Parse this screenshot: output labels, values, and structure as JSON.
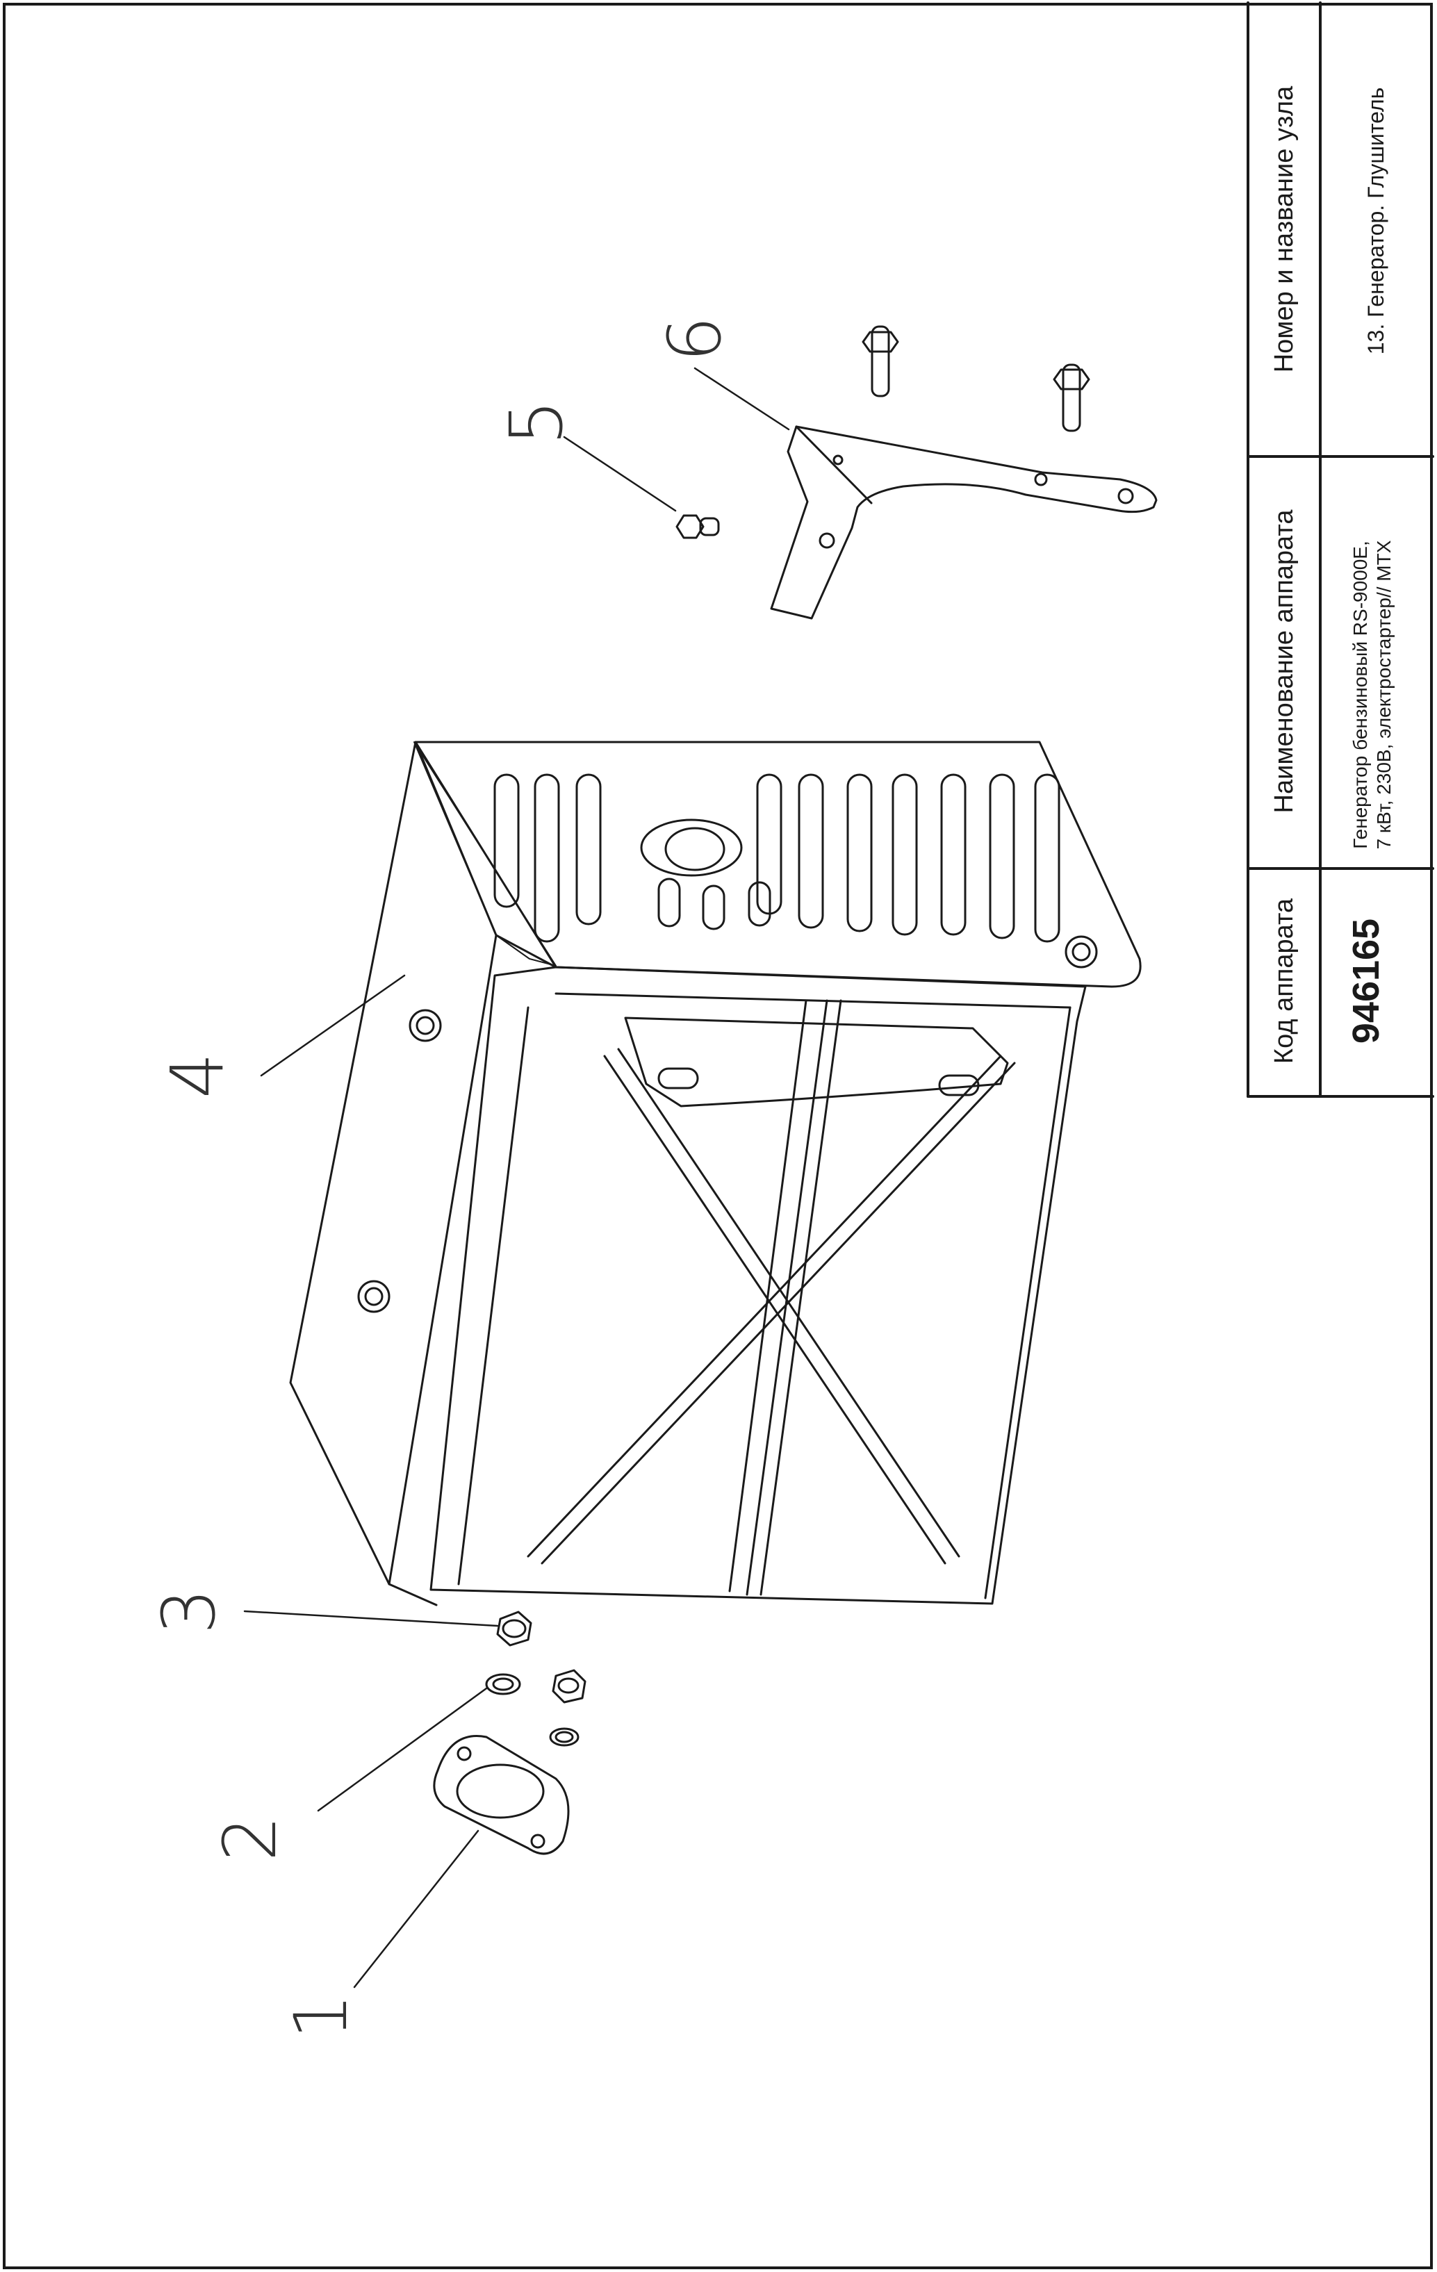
{
  "title_block": {
    "code_header": "Код аппарата",
    "code_value": "946165",
    "name_header": "Наименование аппарата",
    "name_line1": "Генератор бензиновый RS-9000E,",
    "name_line2": "7 кВт, 230В, электростартер// МТХ",
    "unit_header": "Номер и название узла",
    "unit_value": "13. Генератор. Глушитель"
  },
  "callouts": [
    "1",
    "2",
    "3",
    "4",
    "5",
    "6"
  ],
  "parts": [
    {
      "number": "1",
      "icon": "gasket-icon"
    },
    {
      "number": "2",
      "icon": "lock-washer-icon"
    },
    {
      "number": "3",
      "icon": "flange-nut-icon"
    },
    {
      "number": "4",
      "icon": "muffler-icon"
    },
    {
      "number": "5",
      "icon": "bolt-icon"
    },
    {
      "number": "6",
      "icon": "bracket-icon"
    }
  ],
  "colors": {
    "line": "#1a1a1a",
    "background": "#ffffff"
  }
}
